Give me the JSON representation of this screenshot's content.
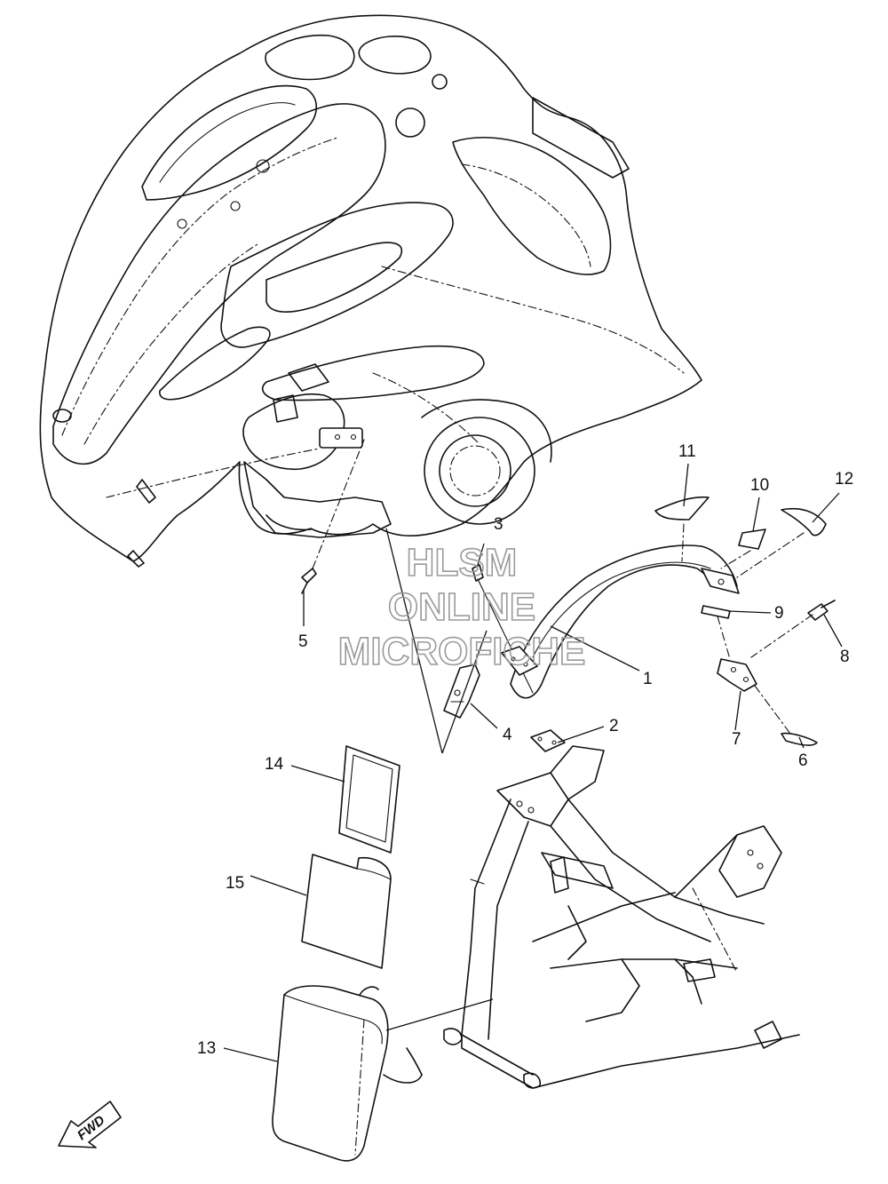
{
  "callouts": {
    "c1": "1",
    "c2": "2",
    "c3": "3",
    "c4": "4",
    "c5": "5",
    "c6": "6",
    "c7": "7",
    "c8": "8",
    "c9": "9",
    "c10": "10",
    "c11": "11",
    "c12": "12",
    "c13": "13",
    "c14": "14",
    "c15": "15"
  },
  "watermark": {
    "line1": "HLSM",
    "line2": "ONLINE",
    "line3": "MICROFICHE"
  },
  "direction_badge": {
    "label": "FWD",
    "icon": "forward-arrow-icon"
  },
  "colors": {
    "line": "#111111",
    "watermark": "#9a9a9a",
    "background": "#ffffff"
  }
}
